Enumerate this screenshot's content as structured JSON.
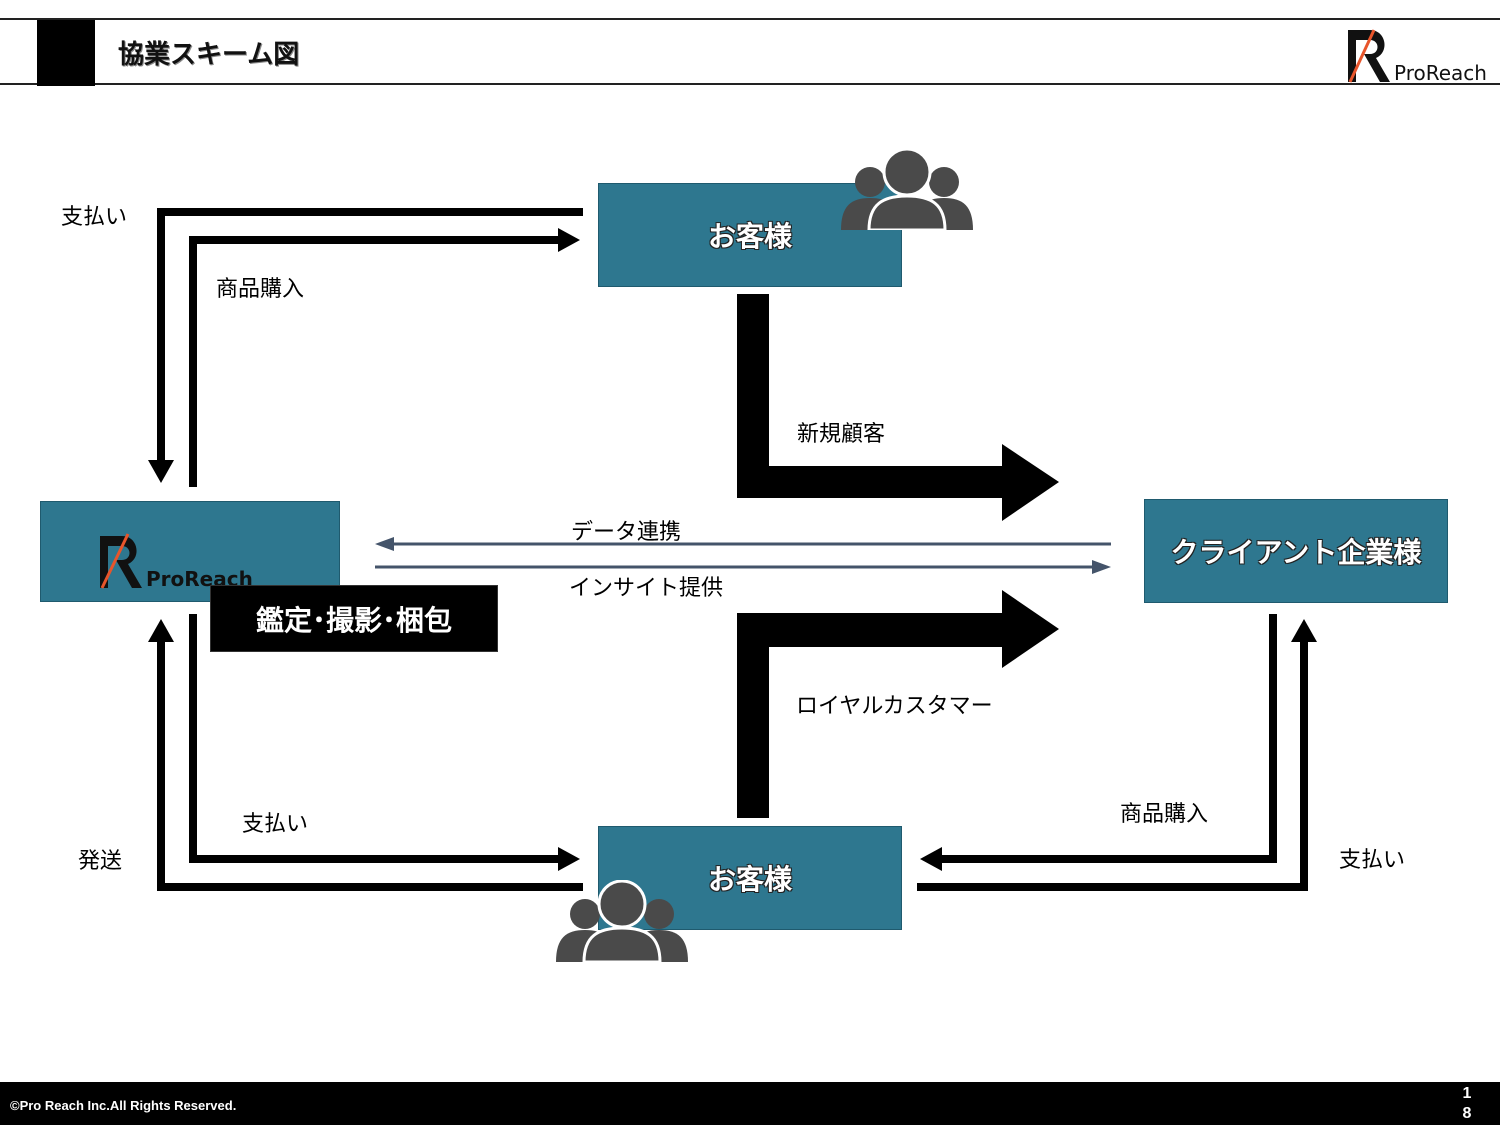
{
  "header": {
    "title": "協業スキーム図",
    "logo_text": "ProReach"
  },
  "boxes": {
    "customer_top": "お客様",
    "customer_bottom": "お客様",
    "client": "クライアント企業様",
    "proreach_logo_text": "ProReach",
    "service": "鑑定･撮影･梱包"
  },
  "labels": {
    "pay_top_left": "支払い",
    "purchase_top_left": "商品購入",
    "new_customers": "新規顧客",
    "data_link": "データ連携",
    "insight": "インサイト提供",
    "loyal_customers": "ロイヤルカスタマー",
    "ship": "発送",
    "pay_bottom_left": "支払い",
    "purchase_bottom_right": "商品購入",
    "pay_bottom_right": "支払い"
  },
  "colors": {
    "box": "#2e778f",
    "arrow": "#000000",
    "thin_arrow": "#44546a",
    "icon": "#4a4a4a",
    "logo_accent": "#e8552b"
  },
  "footer": {
    "copyright": "©Pro Reach  Inc.All Rights Reserved.",
    "page": "18"
  }
}
